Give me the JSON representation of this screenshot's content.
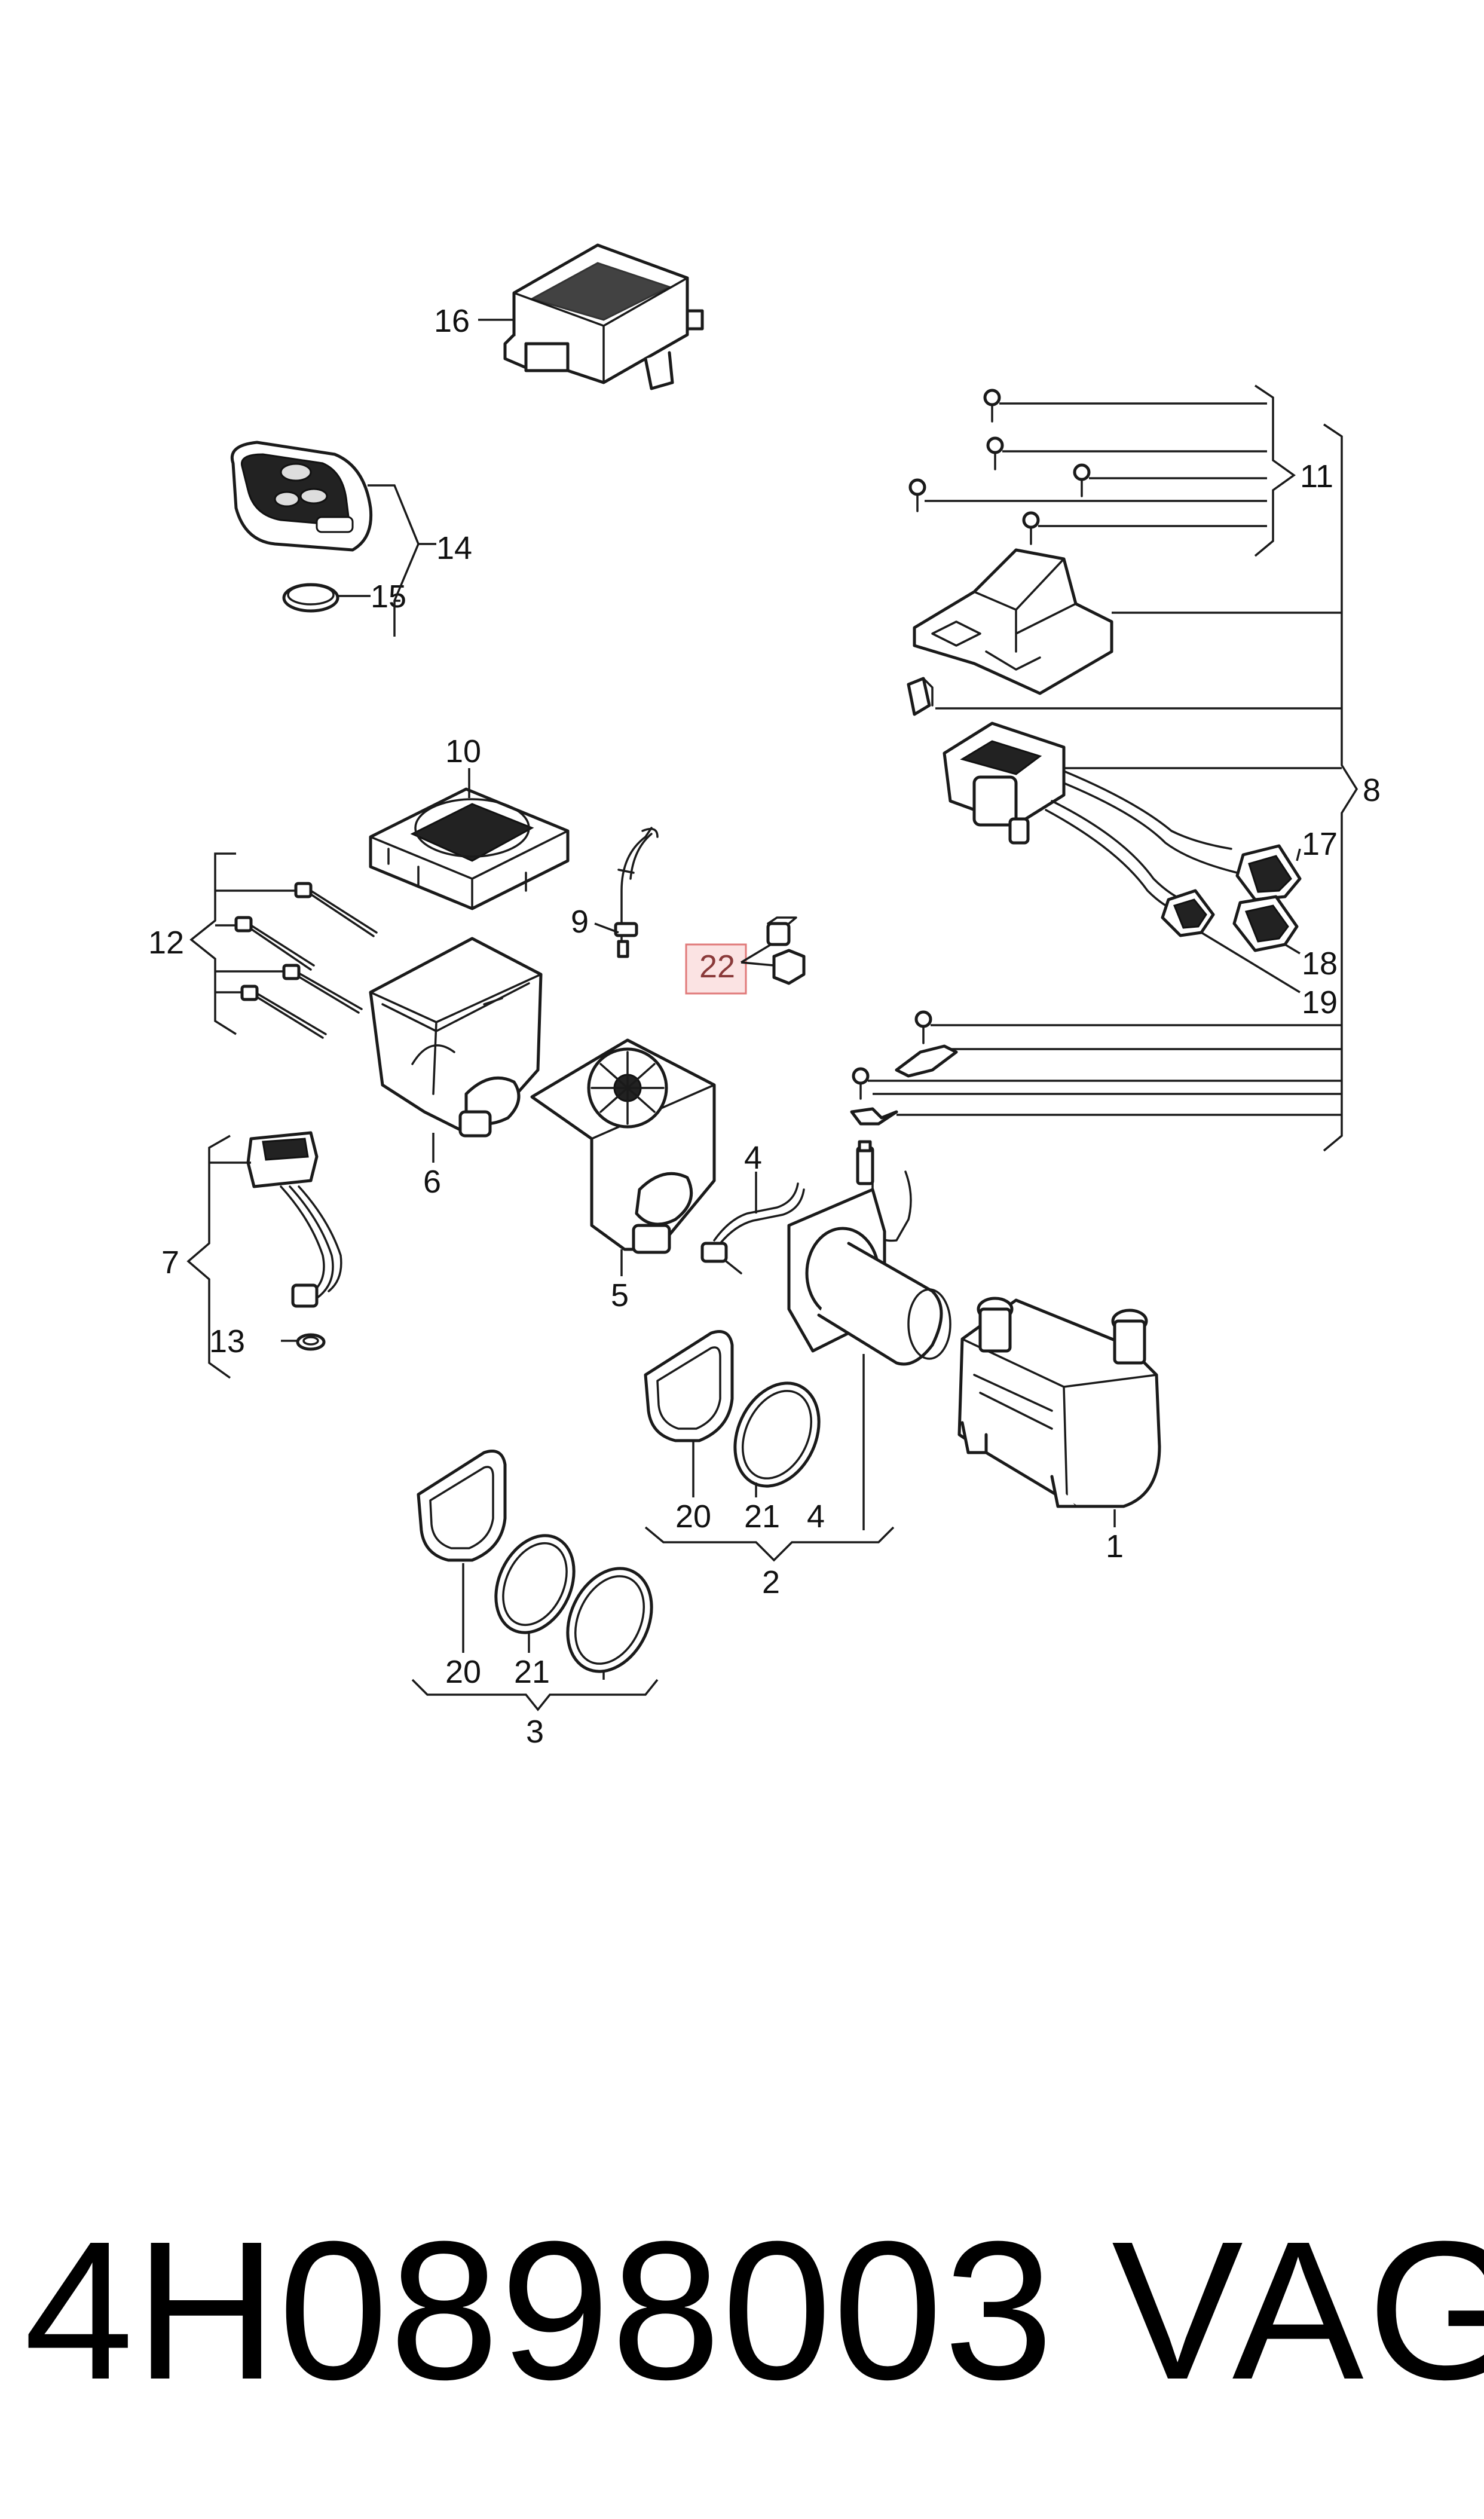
{
  "footer": {
    "part_number": "4H0898003",
    "brand": "VAG"
  },
  "callouts": {
    "c1": "1",
    "c2": "2",
    "c3": "3",
    "c4a": "4",
    "c4b": "4",
    "c5": "5",
    "c6": "6",
    "c7": "7",
    "c8": "8",
    "c9": "9",
    "c10": "10",
    "c11": "11",
    "c12": "12",
    "c13": "13",
    "c14": "14",
    "c15": "15",
    "c16": "16",
    "c17": "17",
    "c18": "18",
    "c19": "19",
    "c20a": "20",
    "c20b": "20",
    "c21a": "21",
    "c21b": "21",
    "c22": "22"
  },
  "highlight": {
    "callout": "22",
    "fill": "#fbe3e3",
    "stroke": "#e07a7a"
  }
}
